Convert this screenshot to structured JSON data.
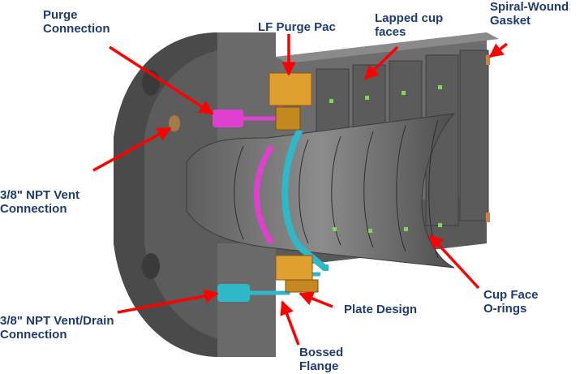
{
  "colors": {
    "label_text": "#1f3b73",
    "arrow": "#ff0000",
    "body_dark": "#5a5a5a",
    "body_mid": "#6f6f6f",
    "body_light": "#8a8a8a",
    "purge_port": "#e040d0",
    "vent_port": "#2fb8c8",
    "purge_pac": "#e0a030",
    "gasket": "#d08040",
    "oring": "#7ed957"
  },
  "labels": {
    "purge_connection": [
      "Purge",
      "Connection"
    ],
    "lf_purge_pac": [
      "LF Purge Pac"
    ],
    "lapped_cup_faces": [
      "Lapped cup",
      "faces"
    ],
    "spiral_wound_gasket": [
      "Spiral-Wound",
      "Gasket"
    ],
    "npt_vent": [
      "3/8\" NPT Vent",
      "Connection"
    ],
    "npt_vent_drain": [
      "3/8\" NPT Vent/Drain",
      "Connection"
    ],
    "plate_design": [
      "Plate Design"
    ],
    "bossed_flange": [
      "Bossed",
      "Flange"
    ],
    "cup_face_orings": [
      "Cup Face",
      "O-rings"
    ]
  }
}
